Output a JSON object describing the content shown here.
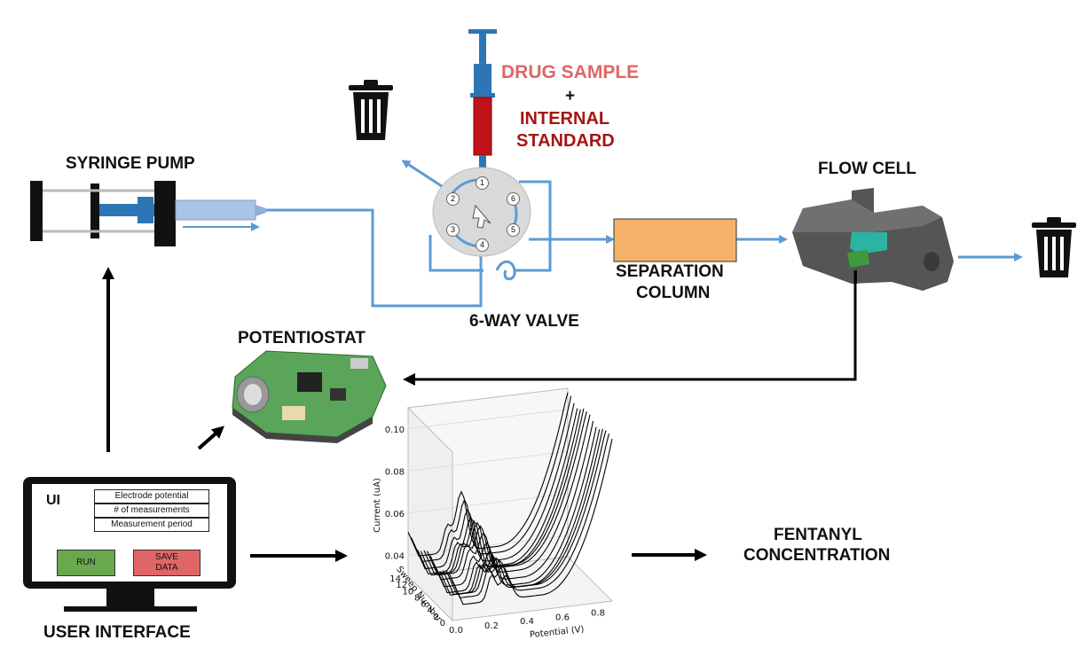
{
  "labels": {
    "syringe_pump": "SYRINGE PUMP",
    "drug_sample": "DRUG SAMPLE",
    "plus": "+",
    "internal_standard_1": "INTERNAL",
    "internal_standard_2": "STANDARD",
    "flow_cell": "FLOW CELL",
    "separation_column_1": "SEPARATION",
    "separation_column_2": "COLUMN",
    "six_way_valve": "6-WAY VALVE",
    "potentiostat": "POTENTIOSTAT",
    "user_interface": "USER INTERFACE",
    "fentanyl_1": "FENTANYL",
    "fentanyl_2": "CONCENTRATION"
  },
  "valve_ports": [
    "1",
    "2",
    "3",
    "4",
    "5",
    "6"
  ],
  "ui_panel": {
    "title": "UI",
    "fields": [
      "Electrode potential",
      "# of measurements",
      "Measurement period"
    ],
    "run_button": "RUN",
    "save_button_1": "SAVE",
    "save_button_2": "DATA"
  },
  "colors": {
    "flow_line": "#5b9bd5",
    "drug_sample": "#e06666",
    "internal_standard": "#a31515",
    "column": "#f6b26b",
    "run_button": "#6aa84f",
    "save_button": "#e06666",
    "syringe_fluid": "#c0121a"
  },
  "icons": [
    "trash-icon",
    "trash-icon",
    "syringe-icon",
    "pump-icon",
    "valve-icon",
    "flow-cell-icon",
    "potentiostat-board-icon",
    "monitor-icon"
  ],
  "chart_data": {
    "type": "line",
    "xlabel": "Potential (V)",
    "ylabel": "Current (uA)",
    "zlabel": "Sweep Number",
    "x_ticks": [
      "0.0",
      "0.2",
      "0.4",
      "0.6",
      "0.8"
    ],
    "y_ticks": [
      "0.04",
      "0.06",
      "0.08",
      "0.10"
    ],
    "sweep_ticks": [
      "0",
      "2",
      "4",
      "6",
      "8",
      "10",
      "12",
      "14"
    ],
    "sweep_count": 15,
    "xlim": [
      0.0,
      0.9
    ],
    "ylim": [
      0.03,
      0.11
    ],
    "sweep_range": [
      0,
      14
    ]
  }
}
